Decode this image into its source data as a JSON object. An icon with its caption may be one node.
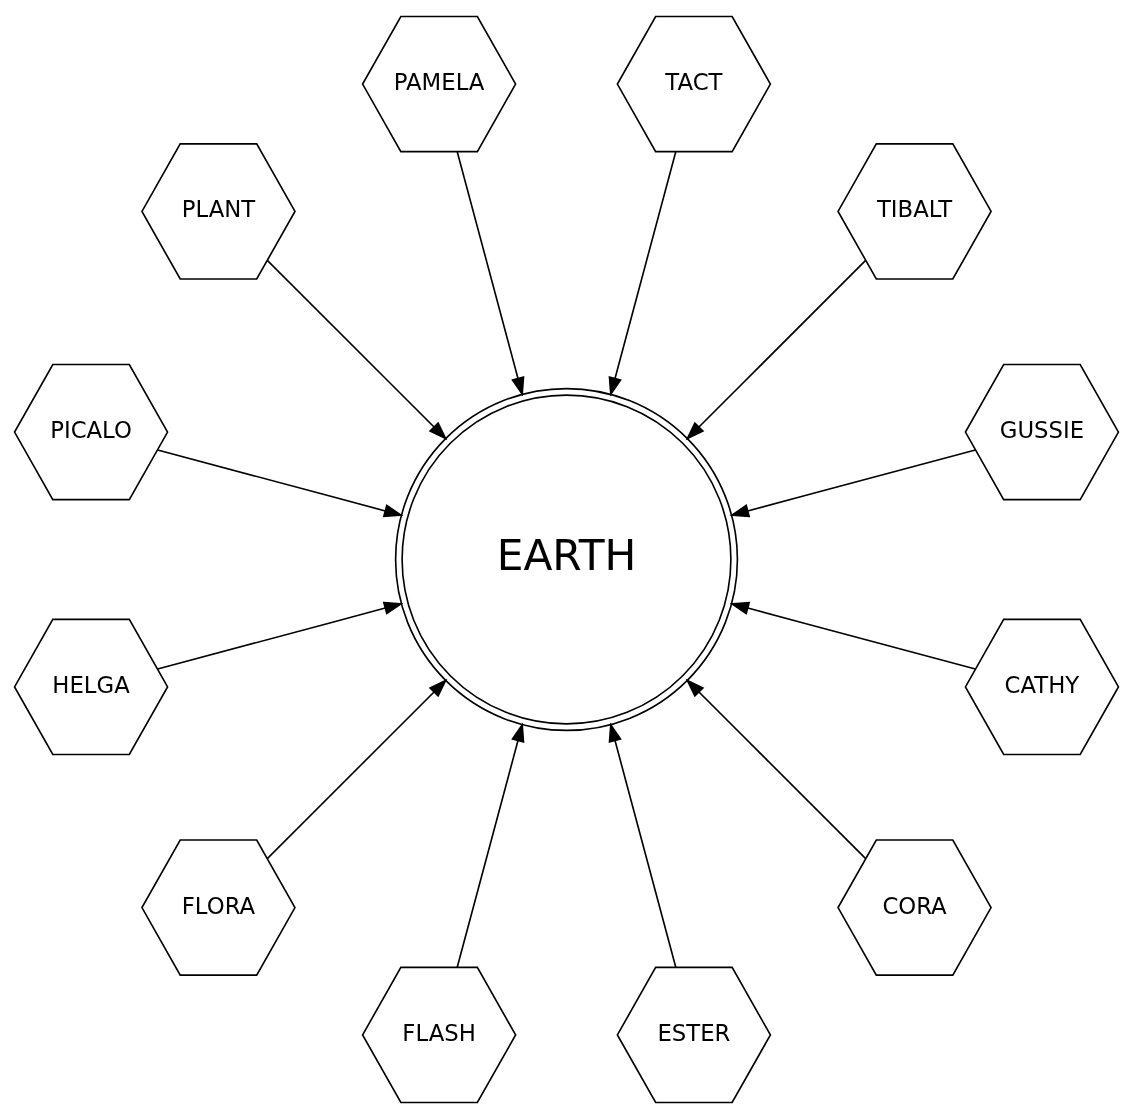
{
  "diagram": {
    "nodes": [
      {
        "text": [
          "GUSSIE"
        ]
      },
      {
        "text": [
          "TIBALT"
        ]
      },
      {
        "text": [
          "CATHY"
        ]
      },
      {
        "text": [
          "TACT"
        ]
      },
      {
        "text": [
          "CORA"
        ]
      },
      {
        "text": [
          "PAMELA"
        ]
      },
      {
        "text": [
          "EARTH"
        ]
      },
      {
        "text": [
          "ESTER"
        ]
      },
      {
        "text": [
          "PLANT"
        ]
      },
      {
        "text": [
          "FLASH"
        ]
      },
      {
        "text": [
          "PICALO"
        ]
      },
      {
        "text": [
          "FLORA"
        ]
      },
      {
        "text": [
          "HELGA"
        ]
      }
    ],
    "edges": [
      {
        "from": 0,
        "to": 6,
        "arrow": "to"
      },
      {
        "from": 1,
        "to": 6,
        "arrow": "to"
      },
      {
        "from": 2,
        "to": 6,
        "arrow": "to"
      },
      {
        "from": 3,
        "to": 6,
        "arrow": "to"
      },
      {
        "from": 4,
        "to": 6,
        "arrow": "to"
      },
      {
        "from": 5,
        "to": 6,
        "arrow": "to"
      },
      {
        "from": 7,
        "to": 6,
        "arrow": "to"
      },
      {
        "from": 8,
        "to": 6,
        "arrow": "to"
      },
      {
        "from": 9,
        "to": 6,
        "arrow": "to"
      },
      {
        "from": 10,
        "to": 6,
        "arrow": "to"
      },
      {
        "from": 11,
        "to": 6,
        "arrow": "to"
      },
      {
        "from": 12,
        "to": 6,
        "arrow": "to"
      }
    ]
  }
}
